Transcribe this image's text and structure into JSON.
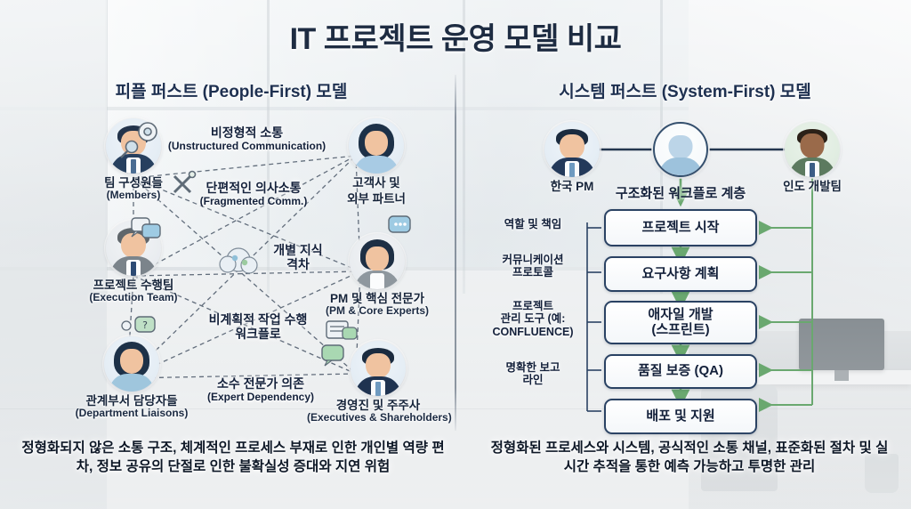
{
  "title": "IT 프로젝트 운영 모델 비교",
  "sections": {
    "left_header": "피플 퍼스트 (People-First) 모델",
    "right_header": "시스템 퍼스트 (System-First) 모델"
  },
  "left_panel": {
    "nodes": [
      {
        "id": "members",
        "label_ko": "팀 구성원들",
        "label_en": "(Members)",
        "icon": "gear-magnifier-icon"
      },
      {
        "id": "execution-team",
        "label_ko": "프로젝트 수행팀",
        "label_en": "(Execution Team)",
        "icon": "chat-bubble-icon"
      },
      {
        "id": "department-liaisons",
        "label_ko": "관계부서 담당자들",
        "label_en": "(Department Liaisons)",
        "icon": "question-bubble-icon"
      },
      {
        "id": "clients-partners",
        "label_ko_line1": "고객사 및",
        "label_ko_line2": "외부 파트너",
        "label_en": "",
        "icon": "chat-bubble-icon"
      },
      {
        "id": "pm-core-experts",
        "label_ko": "PM 및 핵심 전문가",
        "label_en": "(PM & Core Experts)",
        "icon": "chat-bubble-icon"
      },
      {
        "id": "executives-shareholders",
        "label_ko": "경영진 및 주주사",
        "label_en": "(Executives & Shareholders)",
        "icon": "chat-bubble-icon"
      }
    ],
    "annotations": [
      {
        "id": "unstructured-communication",
        "ko": "비정형적 소통",
        "en": "(Unstructured Communication)"
      },
      {
        "id": "fragmented-comm",
        "ko": "단편적인 의사소통",
        "en": "(Fragmented Comm.)"
      },
      {
        "id": "knowledge-gap",
        "ko": "개별 지식",
        "ko2": "격차",
        "en": ""
      },
      {
        "id": "unplanned-workflow",
        "ko": "비계획적 작업 수행",
        "ko2": "워크플로",
        "en": ""
      },
      {
        "id": "expert-dependency",
        "ko": "소수 전문가 의존",
        "en": "(Expert Dependency)"
      }
    ],
    "summary": "정형화되지 않은 소통 구조, 체계적인 프로세스 부재로 인한 개인별 역량 편차, 정보 공유의 단절로 인한 불확실성 증대와 지연 위험"
  },
  "right_panel": {
    "nodes": [
      {
        "id": "korea-pm",
        "label": "한국 PM"
      },
      {
        "id": "hub",
        "label": ""
      },
      {
        "id": "india-dev-team",
        "label": "인도 개발팀"
      }
    ],
    "flow_heading": "구조화된 워크플로 계층",
    "steps": [
      {
        "id": "project-start",
        "label": "프로젝트 시작"
      },
      {
        "id": "requirements-planning",
        "label": "요구사항 계획"
      },
      {
        "id": "agile-development",
        "label": "애자일 개발\n(스프린트)"
      },
      {
        "id": "quality-assurance",
        "label": "품질 보증 (QA)"
      },
      {
        "id": "deployment-support",
        "label": "배포 및 지원"
      }
    ],
    "side_labels": [
      {
        "id": "roles-responsibilities",
        "text": "역할 및 책임"
      },
      {
        "id": "communication-protocol",
        "text": "커뮤니케이션\n프로토콜"
      },
      {
        "id": "pm-tools",
        "text": "프로젝트\n관리 도구 (예:\nCONFLUENCE)"
      },
      {
        "id": "clear-reporting-line",
        "text": "명확한 보고\n라인"
      }
    ],
    "summary": "정형화된 프로세스와 시스템, 공식적인 소통 채널, 표준화된 절차 및 실시간 추적을 통한 예측 가능하고 투명한 관리"
  },
  "colors": {
    "title": "#1e2c42",
    "box_border": "#2a4263",
    "flow_arrow": "#6aa86f",
    "connector": "#24364f",
    "dashed_link": "#5b6776"
  }
}
